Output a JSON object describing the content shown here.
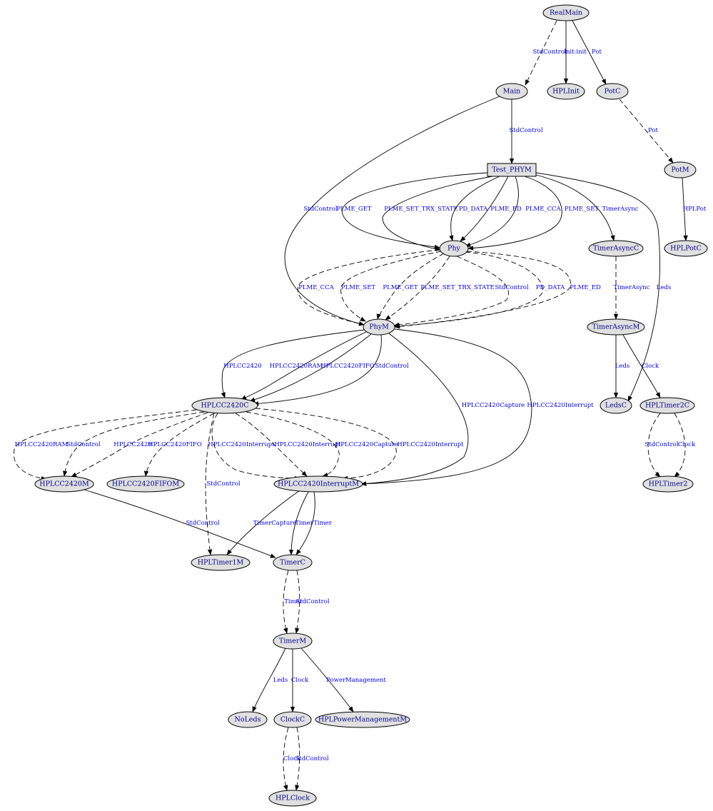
{
  "nodes": {
    "RealMain": "RealMain",
    "Main": "Main",
    "HPLInit": "HPLInit",
    "PotC": "PotC",
    "PotM": "PotM",
    "HPLPotC": "HPLPotC",
    "Test_PHYM": "Test_PHYM",
    "Phy": "Phy",
    "PhyM": "PhyM",
    "TimerAsyncC": "TimerAsyncC",
    "TimerAsyncM": "TimerAsyncM",
    "LedsC": "LedsC",
    "HPLTimer2C": "HPLTimer2C",
    "HPLTimer2": "HPLTimer2",
    "HPLCC2420C": "HPLCC2420C",
    "HPLCC2420M": "HPLCC2420M",
    "HPLCC2420FIFOM": "HPLCC2420FIFOM",
    "HPLCC2420InterruptM": "HPLCC2420InterruptM",
    "HPLTimer1M": "HPLTimer1M",
    "TimerC": "TimerC",
    "TimerM": "TimerM",
    "NoLeds": "NoLeds",
    "ClockC": "ClockC",
    "HPLPowerManagementM": "HPLPowerManagementM",
    "HPLClock": "HPLClock"
  },
  "edges": [
    {
      "from": "RealMain",
      "to": "Main",
      "label": "StdControl",
      "style": "dashed"
    },
    {
      "from": "RealMain",
      "to": "HPLInit",
      "label": "init:init",
      "style": "solid"
    },
    {
      "from": "RealMain",
      "to": "PotC",
      "label": "Pot",
      "style": "solid"
    },
    {
      "from": "PotC",
      "to": "PotM",
      "label": "Pot",
      "style": "dashed"
    },
    {
      "from": "PotM",
      "to": "HPLPotC",
      "label": "HPLPot",
      "style": "solid"
    },
    {
      "from": "Main",
      "to": "Test_PHYM",
      "label": "StdControl",
      "style": "solid"
    },
    {
      "from": "Main",
      "to": "PhyM",
      "label": "StdControl",
      "style": "solid"
    },
    {
      "from": "Test_PHYM",
      "to": "Phy",
      "label": "PLME_GET",
      "style": "solid"
    },
    {
      "from": "Test_PHYM",
      "to": "Phy",
      "label": "PLME_SET_TRX_STATE",
      "style": "solid"
    },
    {
      "from": "Test_PHYM",
      "to": "Phy",
      "label": "PD_DATA",
      "style": "solid"
    },
    {
      "from": "Test_PHYM",
      "to": "Phy",
      "label": "PLME_ED",
      "style": "solid"
    },
    {
      "from": "Test_PHYM",
      "to": "Phy",
      "label": "PLME_CCA",
      "style": "solid"
    },
    {
      "from": "Test_PHYM",
      "to": "Phy",
      "label": "PLME_SET",
      "style": "solid"
    },
    {
      "from": "Test_PHYM",
      "to": "TimerAsyncC",
      "label": "TimerAsync",
      "style": "solid"
    },
    {
      "from": "Test_PHYM",
      "to": "LedsC",
      "label": "Leds",
      "style": "solid"
    },
    {
      "from": "Phy",
      "to": "PhyM",
      "label": "PLME_CCA",
      "style": "dashed"
    },
    {
      "from": "Phy",
      "to": "PhyM",
      "label": "PLME_SET",
      "style": "dashed"
    },
    {
      "from": "Phy",
      "to": "PhyM",
      "label": "PLME_GET",
      "style": "dashed"
    },
    {
      "from": "Phy",
      "to": "PhyM",
      "label": "PLME_SET_TRX_STATE",
      "style": "dashed"
    },
    {
      "from": "Phy",
      "to": "PhyM",
      "label": "StdControl",
      "style": "dashed"
    },
    {
      "from": "Phy",
      "to": "PhyM",
      "label": "PD_DATA",
      "style": "dashed"
    },
    {
      "from": "Phy",
      "to": "PhyM",
      "label": "PLME_ED",
      "style": "dashed"
    },
    {
      "from": "TimerAsyncC",
      "to": "TimerAsyncM",
      "label": "TimerAsync",
      "style": "dashed"
    },
    {
      "from": "TimerAsyncM",
      "to": "LedsC",
      "label": "Leds",
      "style": "solid"
    },
    {
      "from": "TimerAsyncM",
      "to": "HPLTimer2C",
      "label": "Clock",
      "style": "solid"
    },
    {
      "from": "HPLTimer2C",
      "to": "HPLTimer2",
      "label": "StdControl",
      "style": "dashed"
    },
    {
      "from": "HPLTimer2C",
      "to": "HPLTimer2",
      "label": "Clock",
      "style": "dashed"
    },
    {
      "from": "PhyM",
      "to": "HPLCC2420C",
      "label": "HPLCC2420",
      "style": "solid"
    },
    {
      "from": "PhyM",
      "to": "HPLCC2420C",
      "label": "HPLCC2420RAM",
      "style": "solid"
    },
    {
      "from": "PhyM",
      "to": "HPLCC2420C",
      "label": "HPLCC2420FIFO",
      "style": "solid"
    },
    {
      "from": "PhyM",
      "to": "HPLCC2420C",
      "label": "StdControl",
      "style": "solid"
    },
    {
      "from": "PhyM",
      "to": "HPLCC2420InterruptM",
      "label": "HPLCC2420Capture",
      "style": "solid"
    },
    {
      "from": "PhyM",
      "to": "HPLCC2420InterruptM",
      "label": "HPLCC2420Interrupt",
      "style": "solid"
    },
    {
      "from": "HPLCC2420C",
      "to": "HPLCC2420M",
      "label": "HPLCC2420RAM",
      "style": "dashed"
    },
    {
      "from": "HPLCC2420C",
      "to": "HPLCC2420M",
      "label": "StdControl",
      "style": "dashed"
    },
    {
      "from": "HPLCC2420C",
      "to": "HPLCC2420M",
      "label": "HPLCC2420",
      "style": "dashed"
    },
    {
      "from": "HPLCC2420C",
      "to": "HPLCC2420FIFOM",
      "label": "HPLCC2420FIFO",
      "style": "dashed"
    },
    {
      "from": "HPLCC2420C",
      "to": "HPLCC2420InterruptM",
      "label": "HPLCC2420Interrupt",
      "style": "dashed"
    },
    {
      "from": "HPLCC2420C",
      "to": "HPLCC2420InterruptM",
      "label": "HPLCC2420Interrupt",
      "style": "dashed"
    },
    {
      "from": "HPLCC2420C",
      "to": "HPLCC2420InterruptM",
      "label": "HPLCC2420Capture",
      "style": "dashed"
    },
    {
      "from": "HPLCC2420C",
      "to": "HPLCC2420InterruptM",
      "label": "HPLCC2420Interrupt",
      "style": "dashed"
    },
    {
      "from": "HPLCC2420C",
      "to": "HPLTimer1M",
      "label": "StdControl",
      "style": "dashed"
    },
    {
      "from": "HPLCC2420M",
      "to": "TimerC",
      "label": "StdControl",
      "style": "solid"
    },
    {
      "from": "HPLCC2420InterruptM",
      "to": "HPLTimer1M",
      "label": "TimerCapture",
      "style": "solid"
    },
    {
      "from": "HPLCC2420InterruptM",
      "to": "TimerC",
      "label": "Timer",
      "style": "solid"
    },
    {
      "from": "HPLCC2420InterruptM",
      "to": "TimerC",
      "label": "Timer",
      "style": "solid"
    },
    {
      "from": "TimerC",
      "to": "TimerM",
      "label": "Timer",
      "style": "dashed"
    },
    {
      "from": "TimerC",
      "to": "TimerM",
      "label": "StdControl",
      "style": "dashed"
    },
    {
      "from": "TimerM",
      "to": "NoLeds",
      "label": "Leds",
      "style": "solid"
    },
    {
      "from": "TimerM",
      "to": "ClockC",
      "label": "Clock",
      "style": "solid"
    },
    {
      "from": "TimerM",
      "to": "HPLPowerManagementM",
      "label": "PowerManagement",
      "style": "solid"
    },
    {
      "from": "ClockC",
      "to": "HPLClock",
      "label": "Clock",
      "style": "dashed"
    },
    {
      "from": "ClockC",
      "to": "HPLClock",
      "label": "StdControl",
      "style": "dashed"
    }
  ]
}
